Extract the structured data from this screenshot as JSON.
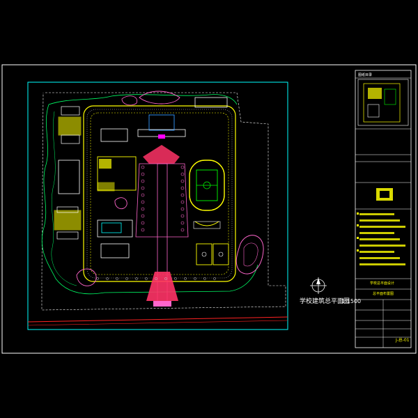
{
  "drawing": {
    "title_label": "学校建筑总平面图",
    "scale_label": "1:1500",
    "north_symbol": "north-arrow-icon",
    "colors": {
      "background": "#000000",
      "frame": "#ffffff",
      "site_border": "#00ffff",
      "roads": "#ffff00",
      "green_curves": "#00ff66",
      "buildings": "#ffffff",
      "landscape": "#ff66cc",
      "plaza": "#ff3366",
      "sports_field": "#00ff00",
      "notes": "#ffff00",
      "text": "#ffffff"
    }
  },
  "title_block": {
    "header": "图纸目录",
    "project_name": "学校总平面设计",
    "drawing_name": "总平面布置图",
    "drawing_number": "J-总-01"
  }
}
